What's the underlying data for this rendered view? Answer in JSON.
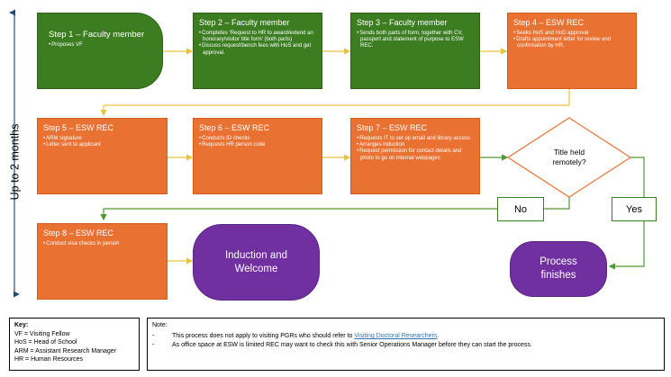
{
  "side_label": "Up to 2 months",
  "steps": [
    {
      "title": "Step 1 – Faculty member",
      "items": [
        "Proposes VF"
      ]
    },
    {
      "title": "Step 2 – Faculty member",
      "items": [
        "Completes ‘Request to HR to award/extend an honorary/visitor title form’ (both parts)",
        "Discuss request/bench fees with HoS and get approval."
      ]
    },
    {
      "title": "Step 3 – Faculty member",
      "items": [
        "Sends both parts of form, together with CV, passport and statement of purpose to ESW REC."
      ]
    },
    {
      "title": "Step 4 – ESW REC",
      "items": [
        "Seeks HoS and HoD approval",
        "Drafts appointment letter for review and confirmation by HR."
      ]
    },
    {
      "title": "Step 5 – ESW REC",
      "items": [
        "ARM signature",
        "Letter sent to applicant"
      ]
    },
    {
      "title": "Step 6 – ESW REC",
      "items": [
        "Conducts ID checks",
        "Requests HR person code"
      ]
    },
    {
      "title": "Step 7 – ESW REC",
      "items": [
        "Requests IT to set up email and library access",
        "Arranges induction",
        "Request permission for contact details and photo to go on internal webpages"
      ]
    },
    {
      "title": "Step 8 – ESW REC",
      "items": [
        "Conduct visa checks in person"
      ]
    }
  ],
  "decision": {
    "question": "Title held remotely?",
    "no_label": "No",
    "yes_label": "Yes"
  },
  "terminals": {
    "induction": "Induction and\nWelcome",
    "finish": "Process\nfinishes"
  },
  "key": {
    "title": "Key:",
    "items": [
      "VF = Visiting Fellow",
      "HoS = Head of School",
      "ARM = Assistant Research Manager",
      "HR = Human Resources"
    ]
  },
  "note": {
    "title": "Note:",
    "item1_text": "This process does not apply to visiting PGRs who should refer to ",
    "item1_link": "Visiting Doctoral Researchers",
    "item1_end": ".",
    "item2": "As office space at ESW is limited REC may want to check this with Senior Operations Manager before they can start the process."
  },
  "colors": {
    "faculty_green": "#3c7d22",
    "rec_orange": "#e97132",
    "terminal_purple": "#7030a0",
    "connector_yellow": "#e8c43b",
    "connector_green": "#4e9a2f",
    "timeline_blue": "#1f4e79"
  }
}
